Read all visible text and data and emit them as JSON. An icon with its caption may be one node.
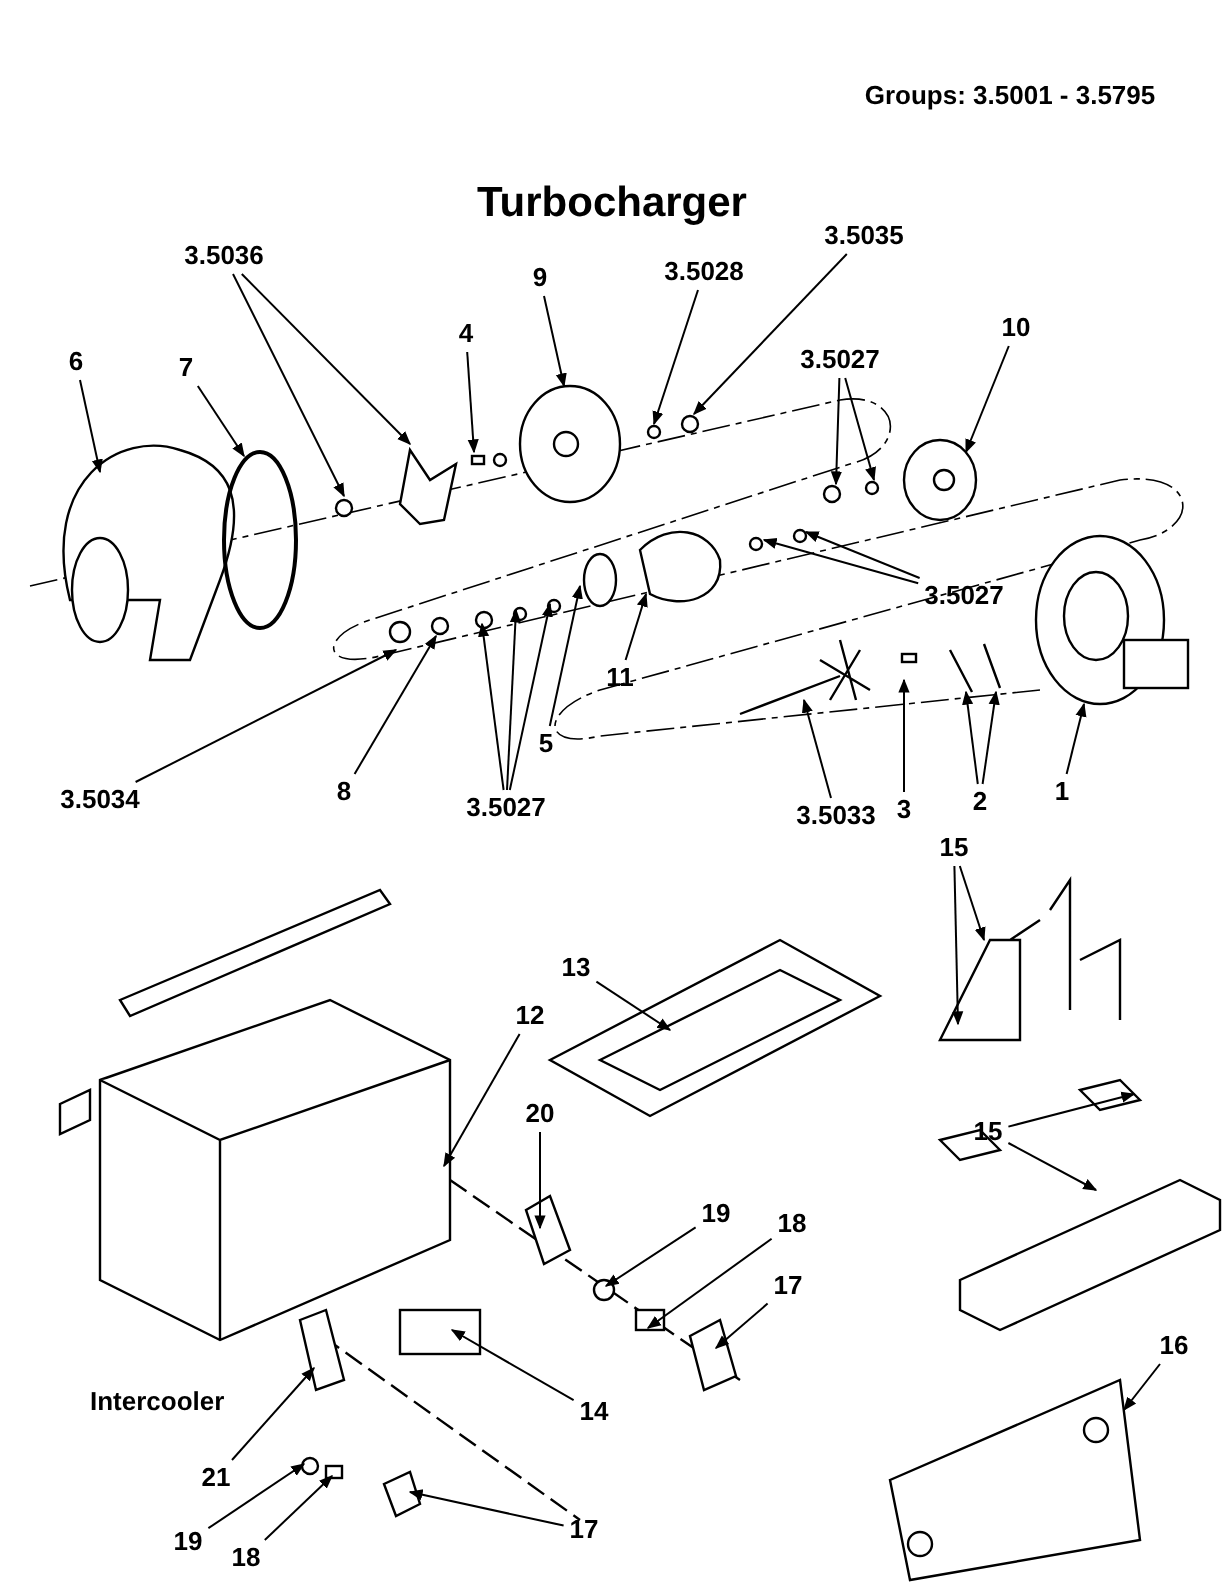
{
  "diagram": {
    "title": "Turbocharger",
    "nodes": [
      {
        "text": [
          "3.5036"
        ]
      },
      {
        "text": [
          "3.5035"
        ]
      },
      {
        "text": [
          "3.5028"
        ]
      },
      {
        "text": [
          "9"
        ]
      },
      {
        "text": [
          "10"
        ]
      },
      {
        "text": [
          "4"
        ]
      },
      {
        "text": [
          "3.5027"
        ]
      },
      {
        "text": [
          "6"
        ]
      },
      {
        "text": [
          "7"
        ]
      },
      {
        "text": [
          "3.5027"
        ]
      },
      {
        "text": [
          "11"
        ]
      },
      {
        "text": [
          "5"
        ]
      },
      {
        "text": [
          "8"
        ]
      },
      {
        "text": [
          "3.5034"
        ]
      },
      {
        "text": [
          "3.5027"
        ]
      },
      {
        "text": [
          "3.5033"
        ]
      },
      {
        "text": [
          "3"
        ]
      },
      {
        "text": [
          "2"
        ]
      },
      {
        "text": [
          "1"
        ]
      },
      {
        "text": [
          "15"
        ]
      },
      {
        "text": [
          "13"
        ]
      },
      {
        "text": [
          "12"
        ]
      },
      {
        "text": [
          "20"
        ]
      },
      {
        "text": [
          "15"
        ]
      },
      {
        "text": [
          "19"
        ]
      },
      {
        "text": [
          "18"
        ]
      },
      {
        "text": [
          "17"
        ]
      },
      {
        "text": [
          "16"
        ]
      },
      {
        "text": [
          "14"
        ]
      },
      {
        "text": [
          "21"
        ]
      },
      {
        "text": [
          "19"
        ]
      },
      {
        "text": [
          "18"
        ]
      },
      {
        "text": [
          "17"
        ]
      }
    ],
    "edges": [
      {
        "from": 0,
        "to": null,
        "arrow": "to"
      },
      {
        "from": 0,
        "to": null,
        "arrow": "to"
      },
      {
        "from": 1,
        "to": null,
        "arrow": "to"
      },
      {
        "from": 2,
        "to": null,
        "arrow": "to"
      },
      {
        "from": 3,
        "to": null,
        "arrow": "to"
      },
      {
        "from": 4,
        "to": null,
        "arrow": "to"
      },
      {
        "from": 5,
        "to": null,
        "arrow": "to"
      },
      {
        "from": 6,
        "to": null,
        "arrow": "to"
      },
      {
        "from": 6,
        "to": null,
        "arrow": "to"
      },
      {
        "from": 7,
        "to": null,
        "arrow": "to"
      },
      {
        "from": 8,
        "to": null,
        "arrow": "to"
      },
      {
        "from": 9,
        "to": null,
        "arrow": "to"
      },
      {
        "from": 9,
        "to": null,
        "arrow": "to"
      },
      {
        "from": 10,
        "to": null,
        "arrow": "to"
      },
      {
        "from": 11,
        "to": null,
        "arrow": "to"
      },
      {
        "from": 12,
        "to": null,
        "arrow": "to"
      },
      {
        "from": 13,
        "to": null,
        "arrow": "to"
      },
      {
        "from": 14,
        "to": null,
        "arrow": "to"
      },
      {
        "from": 14,
        "to": null,
        "arrow": "to"
      },
      {
        "from": 14,
        "to": null,
        "arrow": "to"
      },
      {
        "from": 15,
        "to": null,
        "arrow": "to"
      },
      {
        "from": 16,
        "to": null,
        "arrow": "to"
      },
      {
        "from": 17,
        "to": null,
        "arrow": "to"
      },
      {
        "from": 17,
        "to": null,
        "arrow": "to"
      },
      {
        "from": 18,
        "to": null,
        "arrow": "to"
      },
      {
        "from": 19,
        "to": null,
        "arrow": "to"
      },
      {
        "from": 19,
        "to": null,
        "arrow": "to"
      },
      {
        "from": 20,
        "to": null,
        "arrow": "to"
      },
      {
        "from": 21,
        "to": null,
        "arrow": "to"
      },
      {
        "from": 22,
        "to": null,
        "arrow": "to"
      },
      {
        "from": 23,
        "to": null,
        "arrow": "to"
      },
      {
        "from": 23,
        "to": null,
        "arrow": "to"
      },
      {
        "from": 24,
        "to": null,
        "arrow": "to"
      },
      {
        "from": 25,
        "to": null,
        "arrow": "to"
      },
      {
        "from": 26,
        "to": null,
        "arrow": "to"
      },
      {
        "from": 27,
        "to": null,
        "arrow": "to"
      },
      {
        "from": 28,
        "to": null,
        "arrow": "to"
      },
      {
        "from": 29,
        "to": null,
        "arrow": "to"
      },
      {
        "from": 30,
        "to": null,
        "arrow": "to"
      },
      {
        "from": 31,
        "to": null,
        "arrow": "to"
      },
      {
        "from": 32,
        "to": null,
        "arrow": "to"
      }
    ],
    "labels": [
      "Groups: 3.5001 - 3.5795",
      "Intercooler"
    ]
  }
}
